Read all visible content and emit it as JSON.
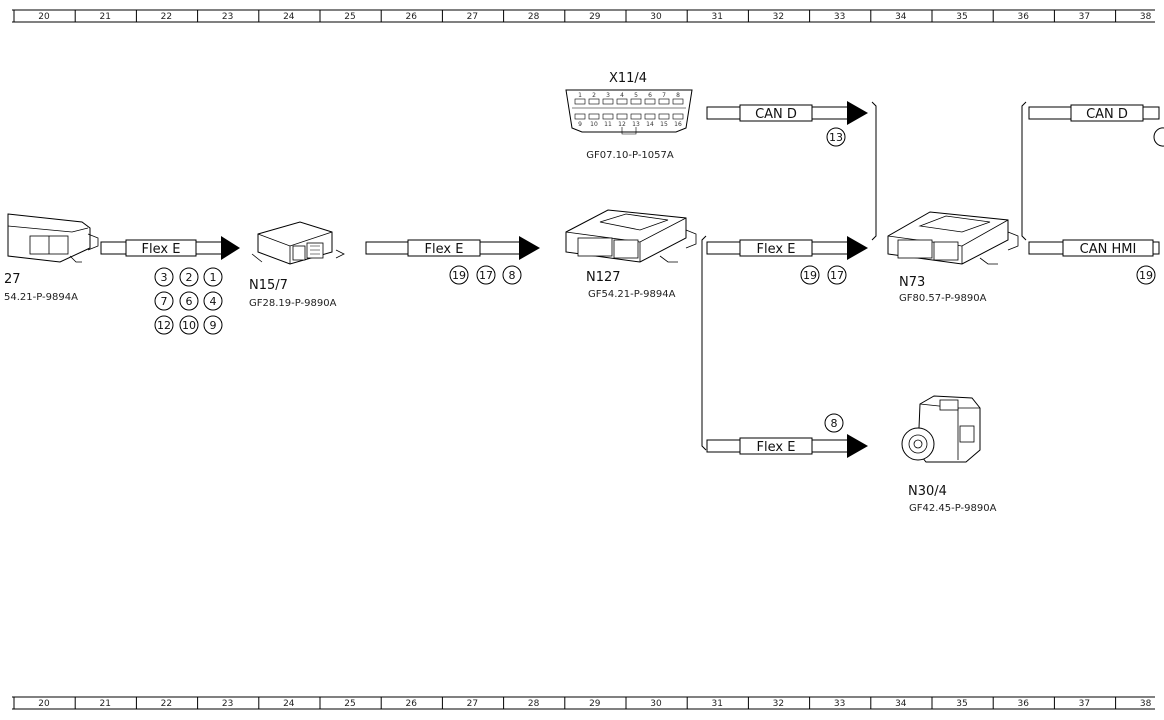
{
  "ruler": {
    "top": [
      "20",
      "21",
      "22",
      "23",
      "24",
      "25",
      "26",
      "27",
      "28",
      "29",
      "30",
      "31",
      "32",
      "33",
      "34",
      "35",
      "36",
      "37",
      "38"
    ],
    "bottom": [
      "20",
      "21",
      "22",
      "23",
      "24",
      "25",
      "26",
      "27",
      "28",
      "29",
      "30",
      "31",
      "32",
      "33",
      "34",
      "35",
      "36",
      "37",
      "38"
    ]
  },
  "components": {
    "left_partial": {
      "name": "27",
      "code": "54.21-P-9894A"
    },
    "n15_7": {
      "name": "N15/7",
      "code": "GF28.19-P-9890A"
    },
    "n127": {
      "name": "N127",
      "code": "GF54.21-P-9894A"
    },
    "x11_4": {
      "name": "X11/4",
      "code": "GF07.10-P-1057A"
    },
    "n73": {
      "name": "N73",
      "code": "GF80.57-P-9890A"
    },
    "n30_4": {
      "name": "N30/4",
      "code": "GF42.45-P-9890A"
    }
  },
  "connector_pins": {
    "top_row": [
      "1",
      "2",
      "3",
      "4",
      "5",
      "6",
      "7",
      "8"
    ],
    "bottom_row": [
      "9",
      "10",
      "11",
      "12",
      "13",
      "14",
      "15",
      "16"
    ]
  },
  "buses": {
    "flex_e_1": "Flex E",
    "flex_e_2": "Flex E",
    "flex_e_3": "Flex E",
    "flex_e_4": "Flex E",
    "can_d_1": "CAN D",
    "can_d_2": "CAN D",
    "can_hmi": "CAN HMI"
  },
  "markers": {
    "group1": [
      "3",
      "2",
      "1",
      "7",
      "6",
      "4",
      "12",
      "10",
      "9"
    ],
    "group2": [
      "19",
      "17",
      "8"
    ],
    "group3": [
      "19",
      "17"
    ],
    "can_d_marker": "13",
    "flex_lower_marker": "8",
    "can_hmi_marker": "19"
  }
}
